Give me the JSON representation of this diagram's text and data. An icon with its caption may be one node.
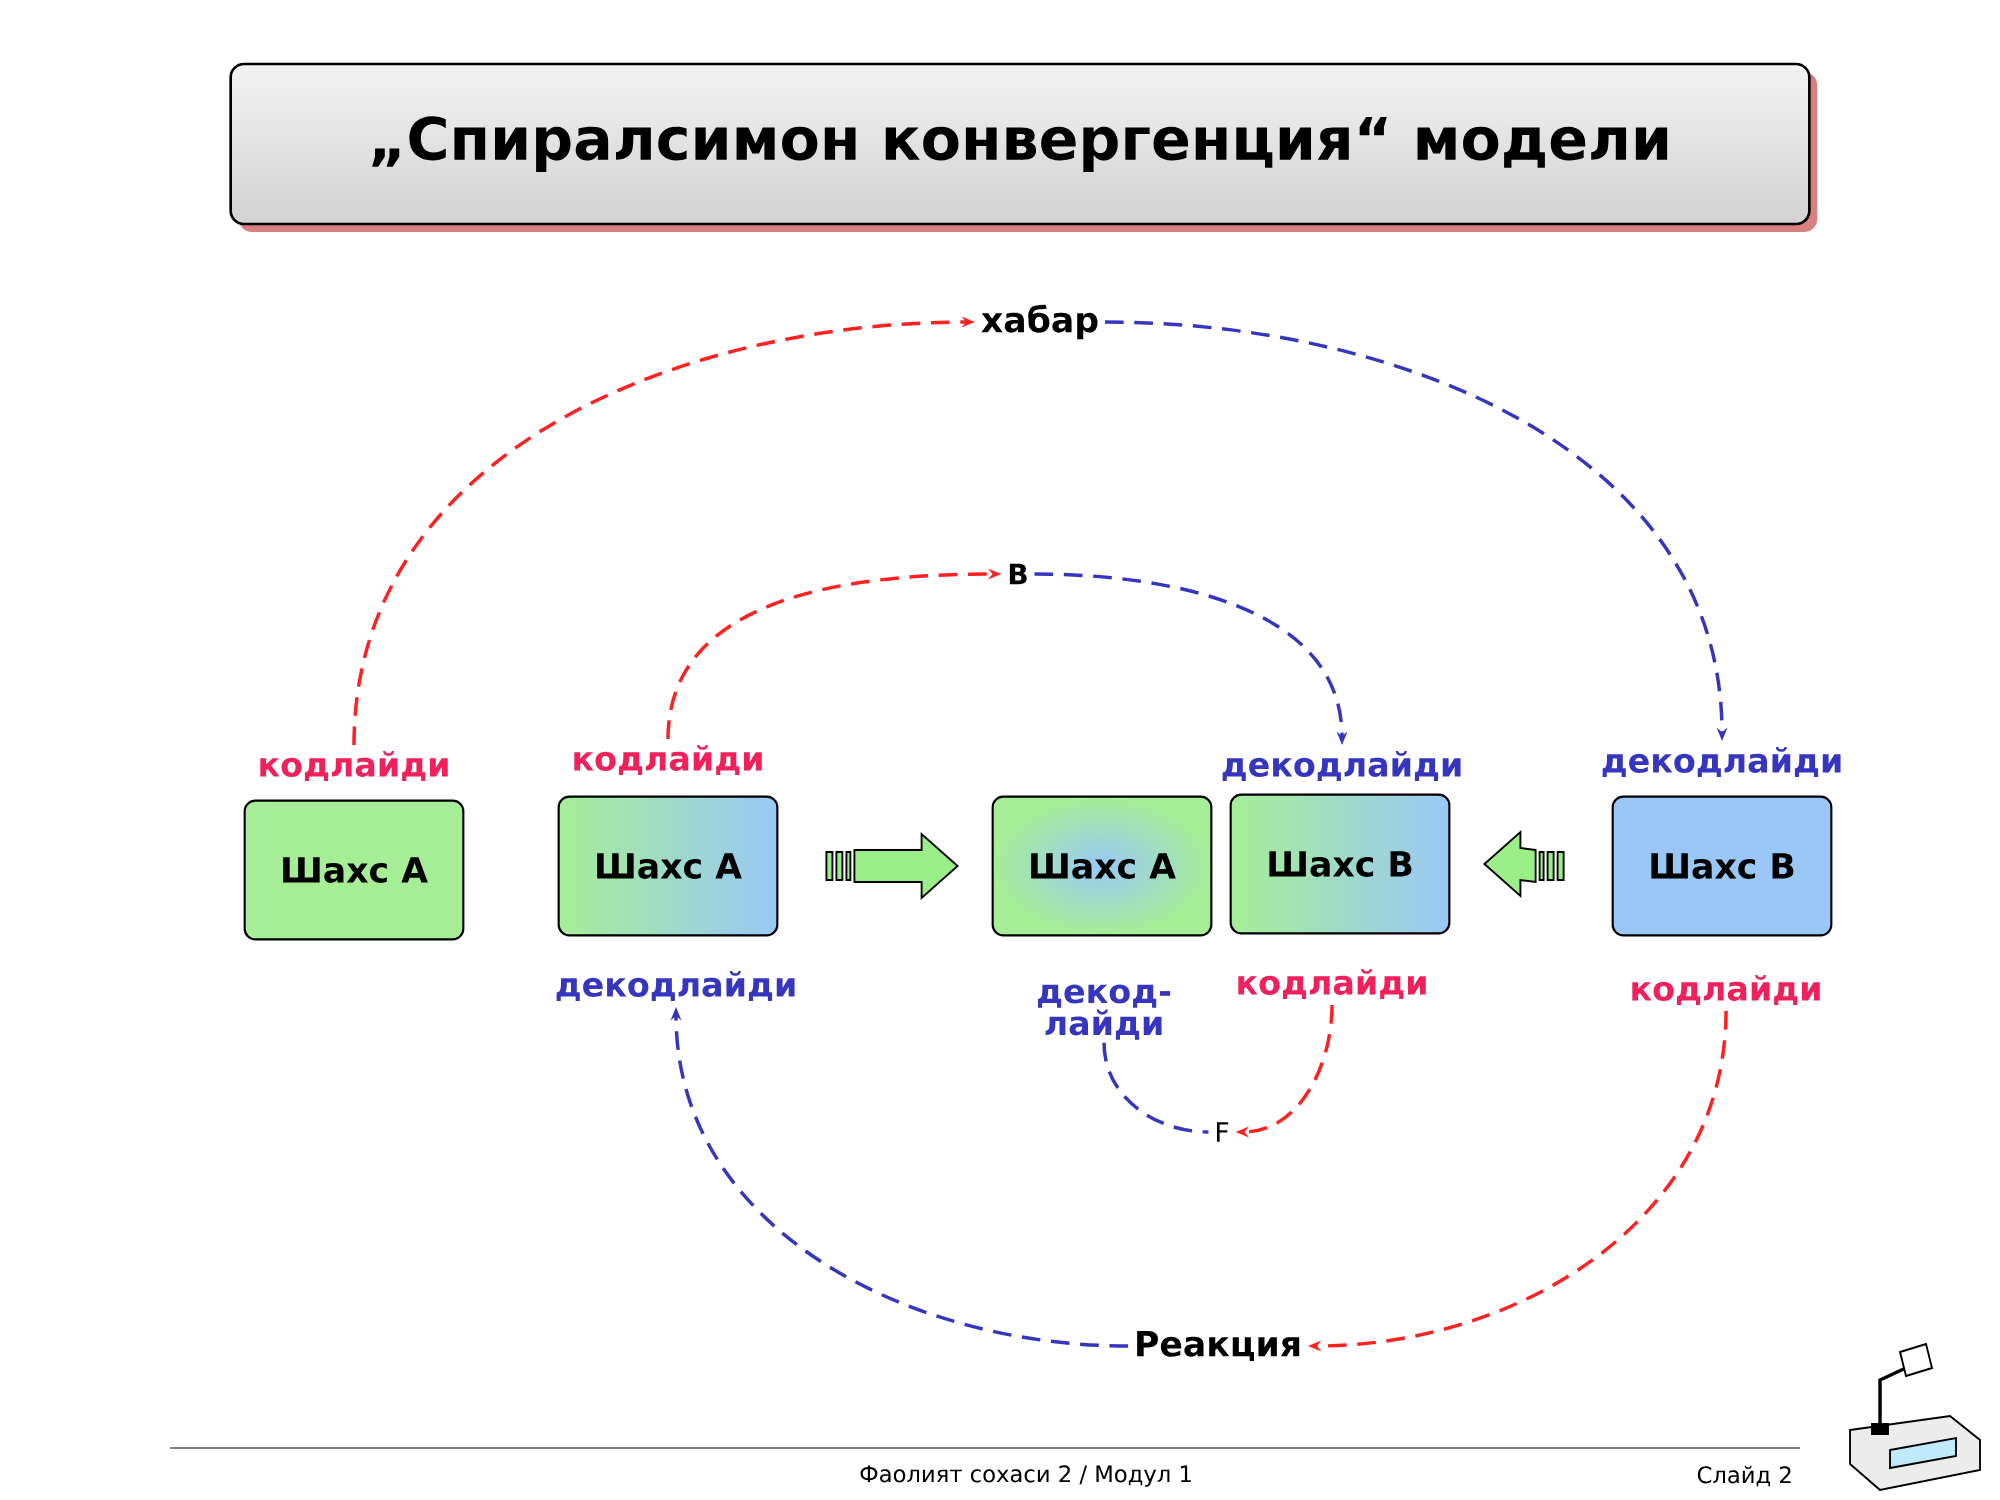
{
  "diagram": {
    "title": "„Спиралсимон конвергенция“ модели",
    "nodes": [
      {
        "text": [
          "кодлайди"
        ]
      },
      {
        "text": [
          "Шахс A"
        ]
      },
      {
        "text": [
          "кодлайди"
        ]
      },
      {
        "text": [
          "Шахс A"
        ]
      },
      {
        "text": [
          "декодлайди"
        ]
      },
      {
        "text": [
          "Шахс A"
        ]
      },
      {
        "text": [
          "Шахс B"
        ]
      },
      {
        "text": [
          "декодлайди"
        ]
      },
      {
        "text": [
          "декод- лайди"
        ]
      },
      {
        "text": [
          "кодлайди"
        ]
      },
      {
        "text": [
          "Шахс B"
        ]
      },
      {
        "text": [
          "декодлайди"
        ]
      },
      {
        "text": [
          "кодлайди"
        ]
      },
      {
        "text": [
          "хабар"
        ]
      },
      {
        "text": [
          "B"
        ]
      },
      {
        "text": [
          "F"
        ]
      },
      {
        "text": [
          "Реакция"
        ]
      }
    ],
    "edges": [
      {
        "from": 0,
        "to": 13,
        "arrow": "to",
        "style": "dashed",
        "color": "#ff2020"
      },
      {
        "from": 13,
        "to": 11,
        "arrow": "to",
        "style": "dashed",
        "color": "#3535c0"
      },
      {
        "from": 2,
        "to": 14,
        "arrow": "to",
        "style": "dashed",
        "color": "#ff2020"
      },
      {
        "from": 14,
        "to": 7,
        "arrow": "to",
        "style": "dashed",
        "color": "#3535c0"
      },
      {
        "from": 3,
        "to": 5,
        "arrow": "to",
        "style": "thick",
        "color": "#99ee88"
      },
      {
        "from": 10,
        "to": 6,
        "arrow": "to",
        "style": "thick",
        "color": "#99ee88"
      },
      {
        "from": 8,
        "to": 15,
        "arrow": "none",
        "style": "dashed",
        "color": "#3535c0"
      },
      {
        "from": 9,
        "to": 15,
        "arrow": "to",
        "style": "dashed",
        "color": "#ff2020"
      },
      {
        "from": 12,
        "to": 16,
        "arrow": "to",
        "style": "dashed",
        "color": "#ff2020"
      },
      {
        "from": 16,
        "to": 4,
        "arrow": "to",
        "style": "dashed",
        "color": "#3535c0"
      }
    ],
    "labels": [
      "Фаолият сохаси 2 / Модул 1",
      "Слайд 2"
    ]
  }
}
